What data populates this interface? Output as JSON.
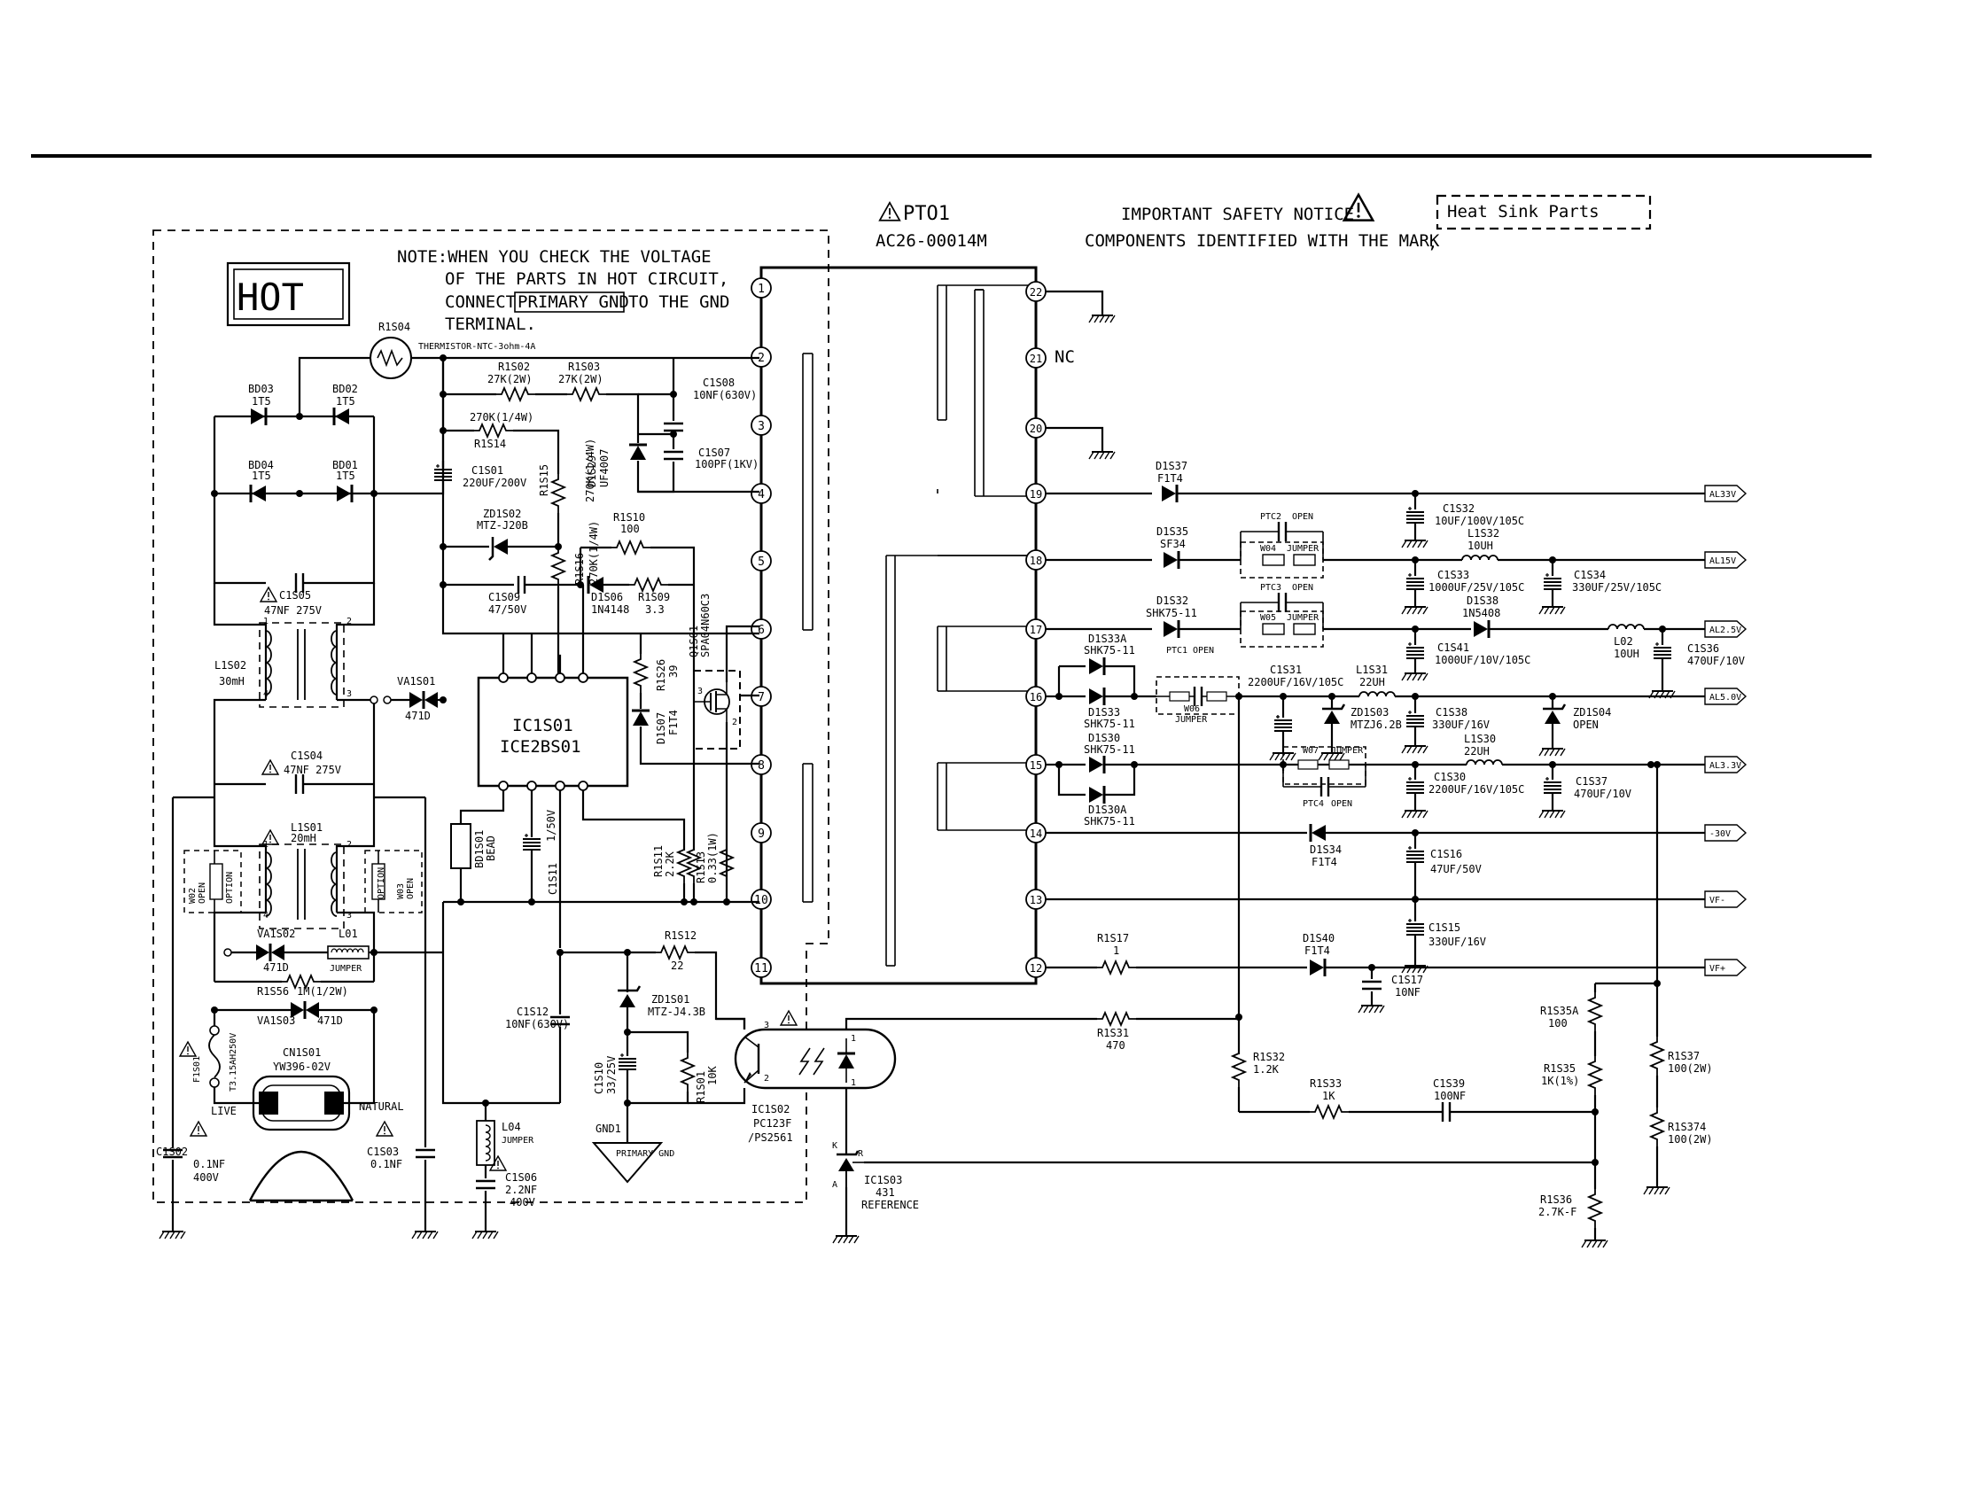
{
  "header": {
    "pto_label": "PTO1",
    "pto_part": "AC26-00014M",
    "safety_line1": "IMPORTANT SAFETY NOTICE",
    "safety_line2": "COMPONENTS IDENTIFIED WITH THE MARK",
    "heat_sink": "Heat Sink Parts"
  },
  "hot_box": "HOT",
  "note": {
    "l1": "NOTE:WHEN YOU CHECK THE VOLTAGE",
    "l2": "OF THE PARTS IN HOT CIRCUIT,",
    "l3a": "CONNECT",
    "l3b": "PRIMARY GND",
    "l3c": "TO THE GND",
    "l4": "TERMINAL."
  },
  "transformer": {
    "primary_pins": [
      "1",
      "2",
      "3",
      "4",
      "5",
      "6",
      "7",
      "8",
      "9",
      "10",
      "11"
    ],
    "secondary_pins": [
      "22",
      "21",
      "20",
      "19",
      "18",
      "17",
      "16",
      "15",
      "14",
      "13",
      "12"
    ],
    "nc_label": "NC"
  },
  "ic": {
    "name1": "IC1S01",
    "name2": "ICE2BS01"
  },
  "outputs": [
    "AL33V",
    "AL15V",
    "AL2.5V",
    "AL5.0V",
    "AL3.3V",
    "-30V",
    "VF-",
    "VF+"
  ],
  "labels": {
    "r1s04": "R1S04",
    "thermistor": "THERMISTOR-NTC-3ohm-4A",
    "bd03": "BD03",
    "bd03v": "1T5",
    "bd02": "BD02",
    "bd02v": "1T5",
    "bd04": "BD04",
    "bd04v": "1T5",
    "bd01": "BD01",
    "bd01v": "1T5",
    "r1s02": "R1S02",
    "r1s02v": "27K(2W)",
    "r1s03": "R1S03",
    "r1s03v": "27K(2W)",
    "c1s08": "C1S08",
    "c1s08v": "10NF(630V)",
    "r270": "270K(1/4W)",
    "r1s14": "R1S14",
    "r1s15": "R1S15",
    "r1s15v": "270K(1/4W)",
    "c1s01": "C1S01",
    "c1s01v": "220UF/200V",
    "d1s29": "D1S29",
    "d1s29v": "UF4007",
    "c1s07": "C1S07",
    "c1s07v": "100PF(1KV)",
    "zd1s02": "ZD1S02",
    "zd1s02v": "MTZ-J20B",
    "r1s16": "R1S16",
    "r1s16v": "270K(1/4W)",
    "r1s10": "R1S10",
    "r1s10v": "100",
    "c1s09": "C1S09",
    "c1s09v": "47/50V",
    "d1s06": "D1S06",
    "d1s06v": "1N4148",
    "r1s09": "R1S09",
    "r1s09v": "3.3",
    "q1s01": "Q1S01",
    "q1s01v": "SPA04N60C3",
    "c1s05": "C1S05",
    "c1s05v": "47NF 275V",
    "l1s02": "L1S02",
    "l1s02v": "30mH",
    "va1s01": "VA1S01",
    "va1s01v": "471D",
    "r1s26": "R1S26",
    "r1s26v": "39",
    "d1s07": "D1S07",
    "d1s07v": "F1T4",
    "c1s04": "C1S04",
    "c1s04v": "47NF 275V",
    "l1s01": "L1S01",
    "l1s01v": "20mH",
    "w02": "W02",
    "open": "OPEN",
    "option": "OPTION",
    "w03": "W03",
    "bd1s01": "BD1S01",
    "bead": "BEAD",
    "c1s11": "C1S11",
    "c1s11v": "1/50V",
    "r1s11": "R1S11",
    "r1s11v": "2.2K",
    "r1s13": "R1S13",
    "r1s13v": "0.33(1W)",
    "va1s02": "VA1S02",
    "va1s02v": "471D",
    "l01": "L01",
    "jumper": "JUMPER",
    "r1s56": "R1S56",
    "r1s56v": "1M(1/2W)",
    "va1s03": "VA1S03",
    "va1s03v": "471D",
    "r1s12": "R1S12",
    "r1s12v": "22",
    "zd1s01": "ZD1S01",
    "zd1s01v": "MTZ-J4.3B",
    "f1s01": "F1S01",
    "f1s01v": "T3.15AH250V",
    "cn1s01": "CN1S01",
    "cn1s01v": "YW396-02V",
    "live": "LIVE",
    "natural": "NATURAL",
    "c1s12": "C1S12",
    "c1s12v": "10NF(630V)",
    "c1s10": "C1S10",
    "c1s10v": "33/25V",
    "r1s01": "R1S01",
    "r1s01v": "10K",
    "c1s02": "C1S02",
    "c1s02a": "0.1NF",
    "c1s02b": "400V",
    "c1s03": "C1S03",
    "c1s03a": "0.1NF",
    "l04": "L04",
    "c1s06": "C1S06",
    "c1s06a": "2.2NF",
    "c1s06b": "400V",
    "gnd1": "GND1",
    "primary_gnd": "PRIMARY GND",
    "ic1s02": "IC1S02",
    "ic1s02a": "PC123F",
    "ic1s02b": "/PS2561",
    "ic1s03": "IC1S03",
    "ic1s03a": "431",
    "ic1s03b": "REFERENCE",
    "d1s37": "D1S37",
    "f1t4": "F1T4",
    "d1s35": "D1S35",
    "sf34": "SF34",
    "ptc2": "PTC2",
    "w04": "W04",
    "c1s32": "C1S32",
    "c1s32v": "10UF/100V/105C",
    "l1s32": "L1S32",
    "l1s32v": "10UH",
    "c1s33": "C1S33",
    "c1s33v": "1000UF/25V/105C",
    "c1s34": "C1S34",
    "c1s34v": "330UF/25V/105C",
    "d1s32": "D1S32",
    "shk": "SHK75-11",
    "ptc3": "PTC3",
    "w05": "W05",
    "d1s38": "D1S38",
    "d1s38v": "1N5408",
    "c1s41": "C1S41",
    "c1s41v": "1000UF/10V/105C",
    "l02": "L02",
    "l02v": "10UH",
    "c1s36": "C1S36",
    "c1s36v": "470UF/10V",
    "d1s33a": "D1S33A",
    "d1s33": "D1S33",
    "ptc1": "PTC1",
    "w06": "W06",
    "c1s31": "C1S31",
    "c1s31v": "2200UF/16V/105C",
    "l1s31": "L1S31",
    "l1s31v": "22UH",
    "zd1s03": "ZD1S03",
    "zd1s03v": "MTZJ6.2B",
    "c1s38": "C1S38",
    "c1s38v": "330UF/16V",
    "zd1s04": "ZD1S04",
    "d1s30": "D1S30",
    "d1s30a": "D1S30A",
    "w07": "W07",
    "ptc4": "PTC4",
    "l1s30": "L1S30",
    "l1s30v": "22UH",
    "c1s30": "C1S30",
    "c1s30v": "2200UF/16V/105C",
    "c1s37": "C1S37",
    "c1s37v": "470UF/10V",
    "d1s34": "D1S34",
    "c1s16": "C1S16",
    "c1s16v": "47UF/50V",
    "c1s15": "C1S15",
    "c1s15v": "330UF/16V",
    "r1s17": "R1S17",
    "r1s17v": "1",
    "d1s40": "D1S40",
    "c1s17": "C1S17",
    "c1s17v": "10NF",
    "r1s31": "R1S31",
    "r1s31v": "470",
    "r1s32": "R1S32",
    "r1s32v": "1.2K",
    "r1s33": "R1S33",
    "r1s33v": "1K",
    "c1s39": "C1S39",
    "c1s39v": "100NF",
    "r1s35a": "R1S35A",
    "r1s35av": "100",
    "r1s35": "R1S35",
    "r1s35v": "1K(1%)",
    "r1s37": "R1S37",
    "r1s37v": "100(2W)",
    "r1s374": "R1S374",
    "r1s374v": "100(2W)",
    "r1s36": "R1S36",
    "r1s36v": "2.7K-F"
  }
}
